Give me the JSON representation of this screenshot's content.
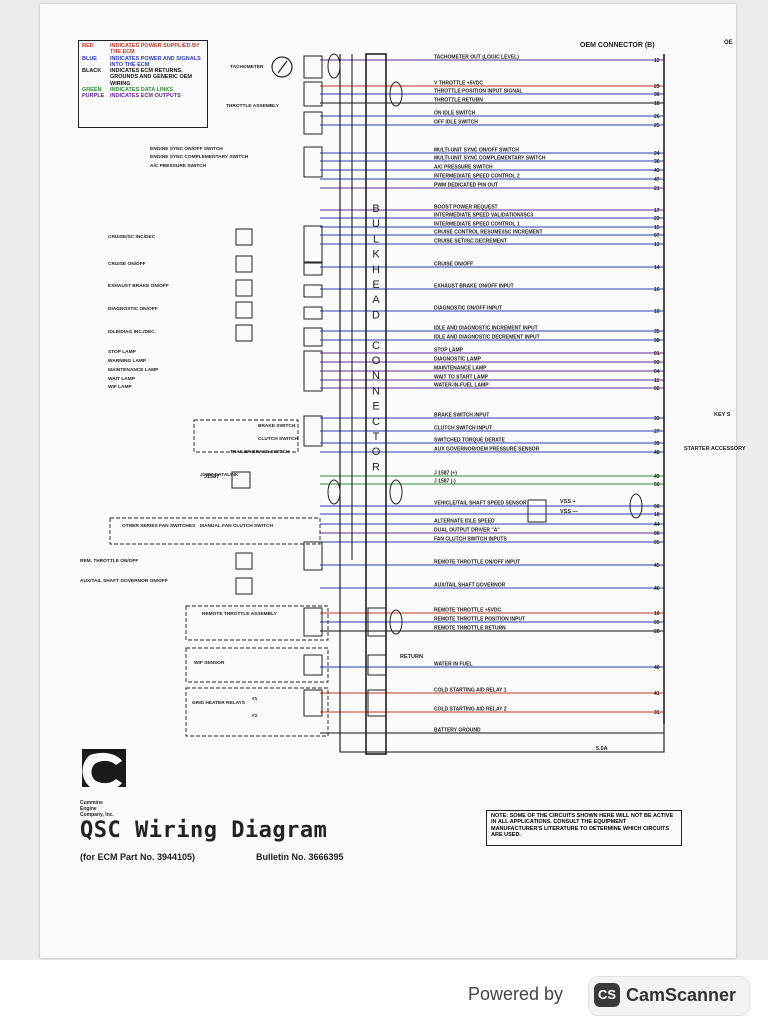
{
  "legend": [
    {
      "key": "RED",
      "desc": "INDICATES POWER SUPPLIED BY THE ECM",
      "color": "#c0392b"
    },
    {
      "key": "BLUE",
      "desc": "INDICATES POWER AND SIGNALS INTO THE ECM",
      "color": "#2d3db5"
    },
    {
      "key": "BLACK",
      "desc": "INDICATES ECM RETURNS, GROUNDS AND GENERIC OEM WIRING",
      "color": "#111111"
    },
    {
      "key": "GREEN",
      "desc": "INDICATES DATA LINKS",
      "color": "#2e8b3a"
    },
    {
      "key": "PURPLE",
      "desc": "INDICATES ECM OUTPUTS",
      "color": "#6a2a9a"
    }
  ],
  "header": {
    "oem_connector": "OEM CONNECTOR (B)",
    "edge_text": "OE"
  },
  "bulkhead_letters": [
    "B",
    "U",
    "L",
    "K",
    "H",
    "E",
    "A",
    "D",
    "",
    "C",
    "O",
    "N",
    "N",
    "E",
    "C",
    "T",
    "O",
    "R"
  ],
  "left_labels": [
    "TACHOMETER",
    "THROTTLE ASSEMBLY",
    "ENGINE SYNC ON/OFF SWITCH",
    "ENGINE SYNC COMPLEMENTARY SWITCH",
    "A/C PRESSURE SWITCH",
    "CRUISE/SC INC/DEC",
    "CRUISE ON/OFF",
    "EXHAUST BRAKE ON/OFF",
    "DIAGNOSTIC ON/OFF",
    "IDLE/DIAG INC./DEC.",
    "STOP LAMP",
    "WARNING LAMP",
    "MAINTENANCE LAMP",
    "WAIT LAMP",
    "WIF LAMP",
    "BRAKE SWITCH",
    "CLUTCH SWITCH",
    "TRAILER BRAKE SWITCH",
    "J1587 DATALINK",
    "OTHER SERIES FAN SWITCHES",
    "MANUAL FAN CLUTCH SWITCH",
    "REM. THROTTLE ON/OFF",
    "AUX/TAIL SHAFT GOVERNOR ON/OFF",
    "REMOTE THROTTLE ASSEMBLY",
    "WIF SENSOR",
    "GRID HEATER RELAYS",
    "#1",
    "#2"
  ],
  "signals": [
    {
      "text": "TACHOMETER OUT (LOGIC LEVEL)",
      "pin": "12"
    },
    {
      "text": "V THROTTLE +5VDC",
      "pin": "29"
    },
    {
      "text": "THROTTLE POSITION INPUT SIGNAL",
      "pin": "30"
    },
    {
      "text": "THROTTLE RETURN",
      "pin": "18"
    },
    {
      "text": "ON IDLE SWITCH",
      "pin": "26"
    },
    {
      "text": "OFF IDLE SWITCH",
      "pin": "25"
    },
    {
      "text": "MULTI-UNIT SYNC ON/OFF SWITCH",
      "pin": "24"
    },
    {
      "text": "MULTI-UNIT SYNC COMPLEMENTARY SWITCH",
      "pin": "36"
    },
    {
      "text": "A/C PRESSURE SWITCH",
      "pin": "43"
    },
    {
      "text": "INTERMEDIATE SPEED CONTROL 2",
      "pin": "47"
    },
    {
      "text": "PWM DEDICATED PIN OUT",
      "pin": "21"
    },
    {
      "text": "BOOST POWER REQUEST",
      "pin": "17"
    },
    {
      "text": "INTERMEDIATE SPEED VALIDATION/ISC3",
      "pin": "23"
    },
    {
      "text": "INTERMEDIATE SPEED CONTROL 1",
      "pin": "15"
    },
    {
      "text": "CRUISE CONTROL RESUME/ISC INCREMENT",
      "pin": "07"
    },
    {
      "text": "CRUISE SET/ISC DECREMENT",
      "pin": "13"
    },
    {
      "text": "CRUISE ON/OFF",
      "pin": "14"
    },
    {
      "text": "EXHAUST BRAKE ON/OFF INPUT",
      "pin": "16"
    },
    {
      "text": "DIAGNOSTIC ON/OFF INPUT",
      "pin": "10"
    },
    {
      "text": "IDLE AND DIAGNOSTIC INCREMENT INPUT",
      "pin": "35"
    },
    {
      "text": "IDLE AND DIAGNOSTIC DECREMENT INPUT",
      "pin": "38"
    },
    {
      "text": "STOP LAMP",
      "pin": "01"
    },
    {
      "text": "DIAGNOSTIC LAMP",
      "pin": "03"
    },
    {
      "text": "MAINTENANCE LAMP",
      "pin": "04"
    },
    {
      "text": "WAIT TO START LAMP",
      "pin": "11"
    },
    {
      "text": "WATER-IN-FUEL LAMP",
      "pin": "02"
    },
    {
      "text": "BRAKE SWITCH INPUT",
      "pin": "33"
    },
    {
      "text": "CLUTCH SWITCH INPUT",
      "pin": "27"
    },
    {
      "text": "SWITCHED TORQUE DERATE",
      "pin": "39"
    },
    {
      "text": "AUX GOVERNOR/OEM PRESSURE SENSOR",
      "pin": "48"
    },
    {
      "text": "J 1587 (+)",
      "pin": "49"
    },
    {
      "text": "J 1587 (-)",
      "pin": "50"
    },
    {
      "text": "VEHICLE/TAIL SHAFT SPEED SENSOR",
      "pin": "08"
    },
    {
      "text": "",
      "pin": "18"
    },
    {
      "text": "ALTERNATE IDLE SPEED",
      "pin": "44"
    },
    {
      "text": "DUAL OUTPUT DRIVER \"A\"",
      "pin": "06"
    },
    {
      "text": "FAN CLUTCH SWITCH INPUTS",
      "pin": "05"
    },
    {
      "text": "REMOTE THROTTLE ON/OFF INPUT",
      "pin": "45"
    },
    {
      "text": "AUX/TAIL SHAFT GOVERNOR",
      "pin": "46"
    },
    {
      "text": "REMOTE THROTTLE +5VDC",
      "pin": "10"
    },
    {
      "text": "REMOTE THROTTLE POSITION INPUT",
      "pin": "09"
    },
    {
      "text": "REMOTE THROTTLE RETURN",
      "pin": "20"
    },
    {
      "text": "WATER IN FUEL",
      "pin": "40"
    },
    {
      "text": "COLD STARTING AID RELAY 1",
      "pin": "41"
    },
    {
      "text": "COLD STARTING AID RELAY 2",
      "pin": "31"
    },
    {
      "text": "BATTERY GROUND",
      "pin": ""
    }
  ],
  "misc": {
    "vss_plus": "VSS +",
    "vss_minus": "VSS —",
    "return_label": "RETURN",
    "fuse": "5.0A",
    "key_switch": "KEY S",
    "starter": "STARTER ACCESSORY",
    "j1587_label": "J1587"
  },
  "note": "NOTE: SOME OF THE CIRCUITS SHOWN HERE WILL NOT BE ACTIVE IN ALL APPLICATIONS. CONSULT THE EQUIPMENT MANUFACTURER'S LITERATURE TO DETERMINE WHICH CIRCUITS ARE USED.",
  "company": "Cummins Engine Company, Inc.",
  "title": "QSC Wiring Diagram",
  "ecm_part": "(for ECM Part No. 3944105)",
  "bulletin": "Bulletin No. 3666395",
  "footer": {
    "powered_by": "Powered by",
    "app": "CamScanner",
    "logo": "CS"
  }
}
